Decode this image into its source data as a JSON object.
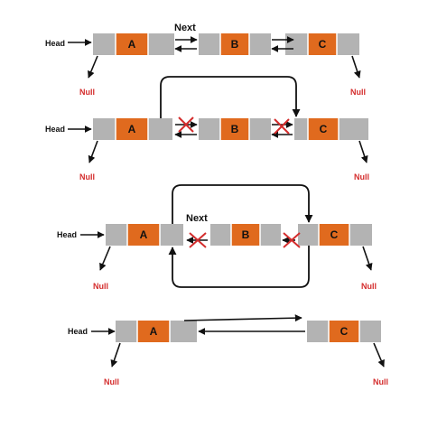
{
  "colors": {
    "node_gray": "#b3b3b3",
    "node_orange": "#e06a1e",
    "null_red": "#d42c2c",
    "line": "#111111",
    "cross": "#d42c2c"
  },
  "rows": [
    {
      "head": "Head",
      "next": "Next",
      "nodes": [
        {
          "label": "A",
          "null_label": "Null"
        },
        {
          "label": "B"
        },
        {
          "label": "C",
          "null_label": "Null"
        }
      ]
    },
    {
      "head": "Head",
      "nodes": [
        {
          "label": "A",
          "null_label": "Null"
        },
        {
          "label": "B"
        },
        {
          "label": "C",
          "null_label": "Null"
        }
      ]
    },
    {
      "head": "Head",
      "next": "Next",
      "nodes": [
        {
          "label": "A",
          "null_label": "Null"
        },
        {
          "label": "B"
        },
        {
          "label": "C",
          "null_label": "Null"
        }
      ]
    },
    {
      "head": "Head",
      "nodes": [
        {
          "label": "A",
          "null_label": "Null"
        },
        {
          "label": "C",
          "null_label": "Null"
        }
      ]
    }
  ]
}
